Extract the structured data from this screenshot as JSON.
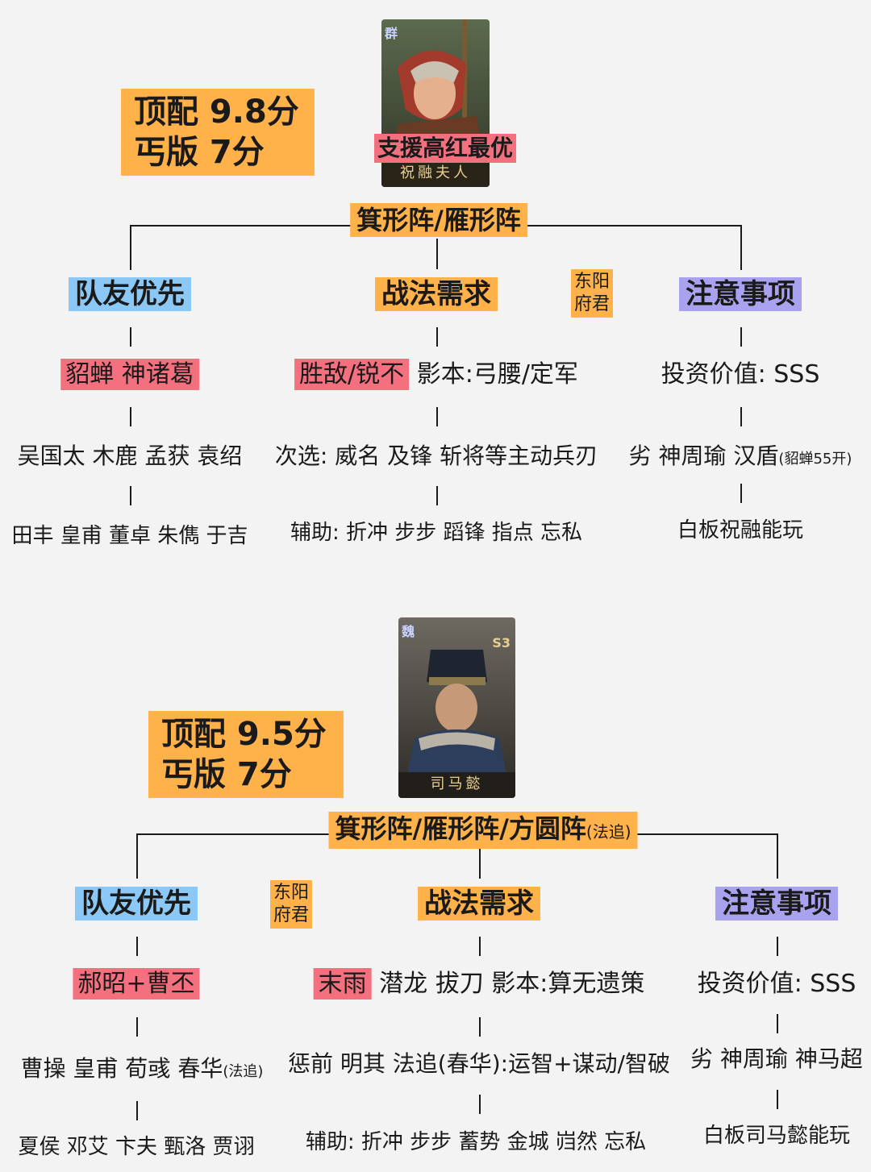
{
  "sections": [
    {
      "score_top": "顶配 9.8分",
      "score_low": "丐版 7分",
      "hero": {
        "name": "祝融夫人",
        "faction": "群",
        "badge": "支援高红最优"
      },
      "formation": "箕形阵/雁形阵",
      "side_note": [
        "东阳",
        "府君"
      ],
      "col_teammates": {
        "title": "队友优先",
        "pick": "貂蝉 神诸葛",
        "row2": "吴国太 木鹿 孟获 袁绍",
        "row3": "田丰 皇甫 董卓 朱儁 于吉"
      },
      "col_tactics": {
        "title": "战法需求",
        "pick_hl": "胜敌/锐不",
        "pick_rest": " 影本:弓腰/定军",
        "row2": "次选: 威名 及锋 斩将等主动兵刃",
        "row3": "辅助: 折冲 步步 蹈锋 指点 忘私"
      },
      "col_notes": {
        "title": "注意事项",
        "invest": "投资价值: SSS",
        "row2_main": "劣 神周瑜 汉盾",
        "row2_small": "(貂蝉55开)",
        "row3": "白板祝融能玩"
      }
    },
    {
      "score_top": "顶配 9.5分",
      "score_low": "丐版 7分",
      "hero": {
        "name": "司马懿",
        "faction": "魏",
        "badge": "S3"
      },
      "formation": "箕形阵/雁形阵/方圆阵",
      "formation_small": "(法追)",
      "side_note": [
        "东阳",
        "府君"
      ],
      "col_teammates": {
        "title": "队友优先",
        "pick": "郝昭+曹丕",
        "row2_main": "曹操 皇甫 荀彧 春华",
        "row2_small": "(法追)",
        "row3": "夏侯 邓艾 卞夫 甄洛 贾诩"
      },
      "col_tactics": {
        "title": "战法需求",
        "pick_hl": "末雨",
        "pick_rest": " 潜龙 拔刀 影本:算无遗策",
        "row2": "惩前 明其 法追(春华):运智+谋动/智破",
        "row3": "辅助: 折冲 步步 蓄势 金城 岿然 忘私"
      },
      "col_notes": {
        "title": "注意事项",
        "invest": "投资价值: SSS",
        "row2": "劣 神周瑜 神马超",
        "row3": "白板司马懿能玩"
      }
    }
  ]
}
